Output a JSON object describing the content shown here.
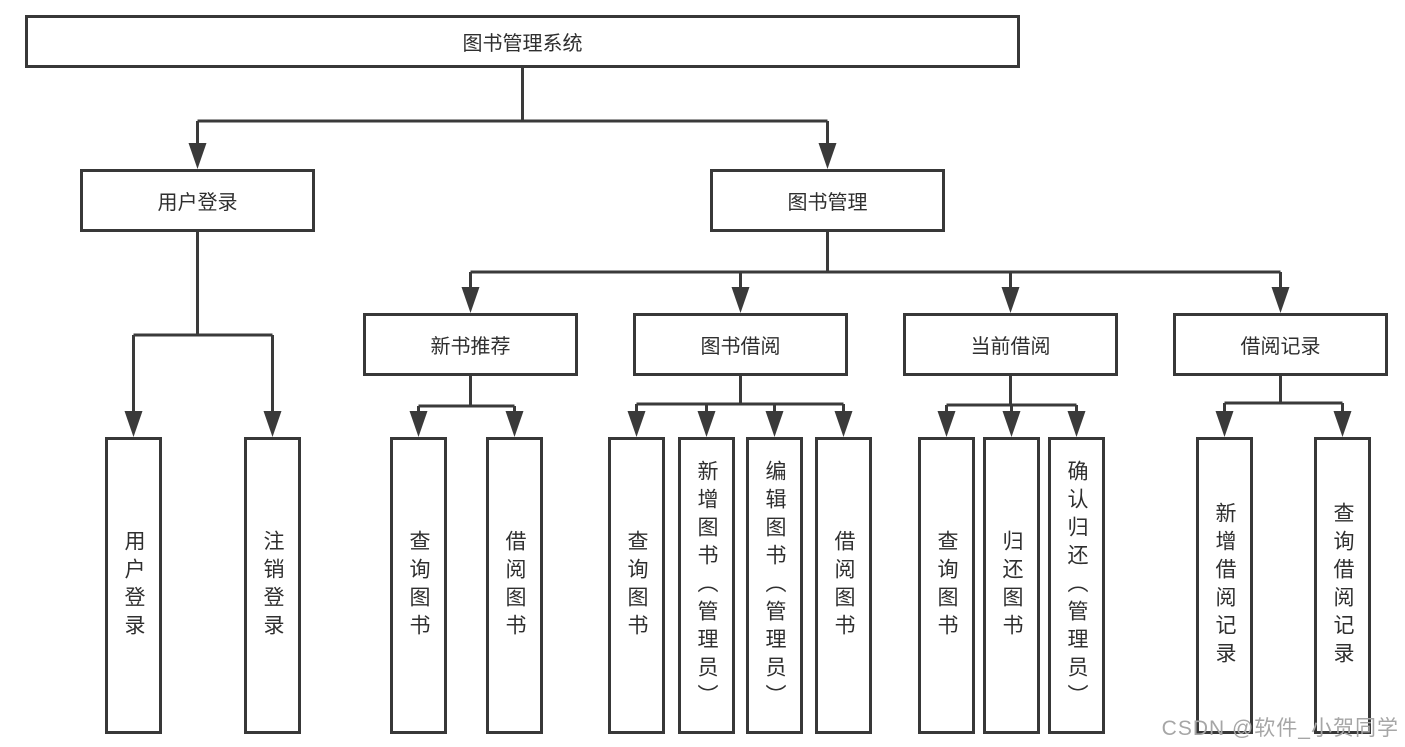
{
  "diagram": {
    "root": {
      "label": "图书管理系统"
    },
    "branches": [
      {
        "label": "用户登录",
        "children": [
          {
            "label": "用户登录"
          },
          {
            "label": "注销登录"
          }
        ]
      },
      {
        "label": "图书管理",
        "children": [
          {
            "label": "新书推荐",
            "children": [
              {
                "label": "查询图书"
              },
              {
                "label": "借阅图书"
              }
            ]
          },
          {
            "label": "图书借阅",
            "children": [
              {
                "label": "查询图书"
              },
              {
                "label": "新增图书（管理员）"
              },
              {
                "label": "编辑图书（管理员）"
              },
              {
                "label": "借阅图书"
              }
            ]
          },
          {
            "label": "当前借阅",
            "children": [
              {
                "label": "查询图书"
              },
              {
                "label": "归还图书"
              },
              {
                "label": "确认归还（管理员）"
              }
            ]
          },
          {
            "label": "借阅记录",
            "children": [
              {
                "label": "新增借阅记录"
              },
              {
                "label": "查询借阅记录"
              }
            ]
          }
        ]
      }
    ]
  },
  "watermark": {
    "text": "CSDN @软件_小贺同学"
  },
  "colors": {
    "line": "#3a3a3a",
    "box_border": "#383838",
    "box_fill": "#ffffff",
    "text": "#2f2f2f",
    "watermark": "#a6a6a6",
    "background": "#ffffff"
  }
}
